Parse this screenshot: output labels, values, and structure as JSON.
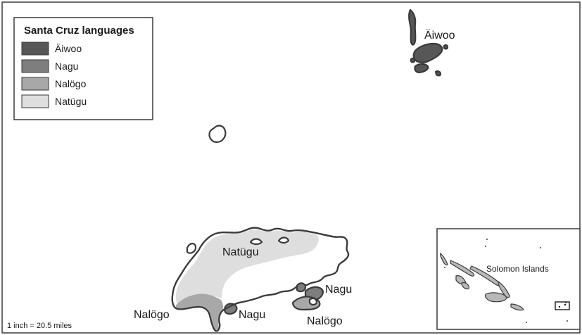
{
  "colors": {
    "aiwoo": "#575757",
    "nagu": "#7e7e7e",
    "nalogo": "#a8a8a8",
    "natugu": "#dedede",
    "coast": "#3a3a3a",
    "land_unassigned": "#ffffff"
  },
  "legend": {
    "title": "Santa Cruz languages",
    "items": [
      {
        "key": "aiwoo",
        "label": "Äiwoo"
      },
      {
        "key": "nagu",
        "label": "Nagu"
      },
      {
        "key": "nalogo",
        "label": "Nalögo"
      },
      {
        "key": "natugu",
        "label": "Natügu"
      }
    ]
  },
  "labels": {
    "aiwoo": "Äiwoo",
    "natugu": "Natügu",
    "nalogo_west": "Nalögo",
    "nagu_center": "Nagu",
    "nagu_east": "Nagu",
    "nalogo_east": "Nalögo"
  },
  "inset": {
    "label": "Solomon Islands"
  },
  "scale": {
    "text": "1 inch = 20.5 miles"
  }
}
